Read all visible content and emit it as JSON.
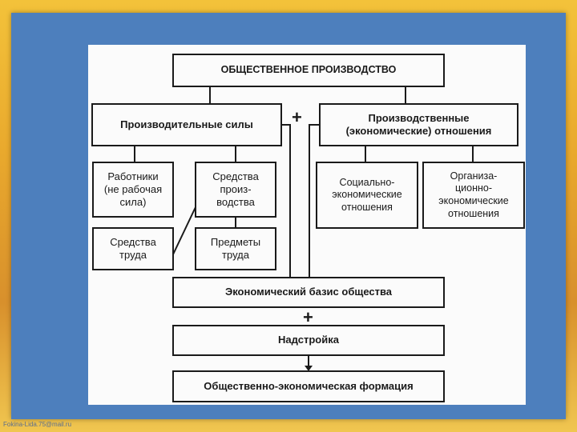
{
  "diagram": {
    "title": "ОБЩЕСТВЕННОЕ ПРОИЗВОДСТВО",
    "productive_forces": "Производительные силы",
    "production_relations": "Производственные\n(экономические) отношения",
    "workers": "Работники\n(не рабочая\nсила)",
    "means_of_production": "Средства\nпроиз-\nводства",
    "means_of_labor": "Средства\nтруда",
    "objects_of_labor": "Предметы\nтруда",
    "socio_economic_relations": "Социально-\nэкономические\nотношения",
    "organizational_economic_relations": "Организа-\nционно-\nэкономические\nотношения",
    "economic_basis": "Экономический базис общества",
    "superstructure": "Надстройка",
    "formation": "Общественно-экономическая формация",
    "plus_top": "+",
    "plus_middle": "+"
  },
  "footer": {
    "text": "Fokina-Lida.75@mail.ru"
  },
  "colors": {
    "slide_background": "#4d7fbd",
    "frame_gradient": "#e9a92d",
    "paper": "#fbfbfb",
    "lines": "#1a1a1a"
  }
}
